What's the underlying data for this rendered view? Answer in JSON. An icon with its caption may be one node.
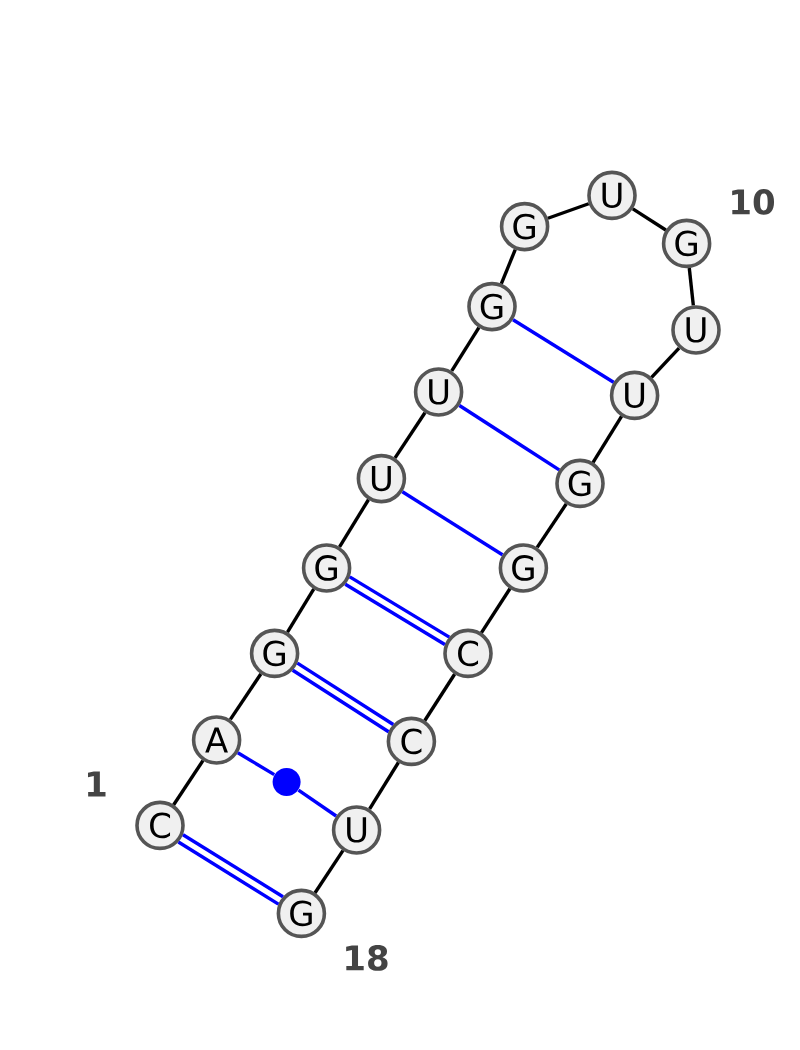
{
  "diagram": {
    "nodes": [
      {
        "text": [
          "C"
        ],
        "beside": [
          "1"
        ]
      },
      {
        "text": [
          "A"
        ]
      },
      {
        "text": [
          "G"
        ]
      },
      {
        "text": [
          "G"
        ]
      },
      {
        "text": [
          "U"
        ]
      },
      {
        "text": [
          "U"
        ]
      },
      {
        "text": [
          "G"
        ]
      },
      {
        "text": [
          "G"
        ]
      },
      {
        "text": [
          "U"
        ]
      },
      {
        "text": [
          "G"
        ],
        "beside": [
          "10"
        ]
      },
      {
        "text": [
          "U"
        ]
      },
      {
        "text": [
          "U"
        ]
      },
      {
        "text": [
          "G"
        ]
      },
      {
        "text": [
          "G"
        ]
      },
      {
        "text": [
          "C"
        ]
      },
      {
        "text": [
          "C"
        ]
      },
      {
        "text": [
          "U"
        ]
      },
      {
        "text": [
          "G"
        ],
        "beside": [
          "18"
        ]
      },
      {
        "text": [],
        "shape": "circle"
      }
    ],
    "edges": [
      {
        "from": 0,
        "to": 1,
        "arrow": "none"
      },
      {
        "from": 1,
        "to": 2,
        "arrow": "none"
      },
      {
        "from": 2,
        "to": 3,
        "arrow": "none"
      },
      {
        "from": 3,
        "to": 4,
        "arrow": "none"
      },
      {
        "from": 4,
        "to": 5,
        "arrow": "none"
      },
      {
        "from": 5,
        "to": 6,
        "arrow": "none"
      },
      {
        "from": 6,
        "to": 7,
        "arrow": "none"
      },
      {
        "from": 7,
        "to": 8,
        "arrow": "none"
      },
      {
        "from": 8,
        "to": 9,
        "arrow": "none"
      },
      {
        "from": 9,
        "to": 10,
        "arrow": "none"
      },
      {
        "from": 10,
        "to": 11,
        "arrow": "none"
      },
      {
        "from": 11,
        "to": 12,
        "arrow": "none"
      },
      {
        "from": 12,
        "to": 13,
        "arrow": "none"
      },
      {
        "from": 13,
        "to": 14,
        "arrow": "none"
      },
      {
        "from": 14,
        "to": 15,
        "arrow": "none"
      },
      {
        "from": 15,
        "to": 16,
        "arrow": "none"
      },
      {
        "from": 16,
        "to": 17,
        "arrow": "none"
      },
      {
        "from": 0,
        "to": 17,
        "arrow": "none",
        "color": "#0000ff"
      },
      {
        "from": 0,
        "to": 17,
        "arrow": "none",
        "color": "#0000ff"
      },
      {
        "from": 1,
        "to": 18,
        "arrow": "none",
        "color": "#0000ff"
      },
      {
        "from": 18,
        "to": 16,
        "arrow": "none",
        "color": "#0000ff"
      },
      {
        "from": 2,
        "to": 15,
        "arrow": "none",
        "color": "#0000ff"
      },
      {
        "from": 2,
        "to": 15,
        "arrow": "none",
        "color": "#0000ff"
      },
      {
        "from": 3,
        "to": 14,
        "arrow": "none",
        "color": "#0000ff"
      },
      {
        "from": 3,
        "to": 14,
        "arrow": "none",
        "color": "#0000ff"
      },
      {
        "from": 4,
        "to": 13,
        "arrow": "none",
        "color": "#0000ff"
      },
      {
        "from": 5,
        "to": 12,
        "arrow": "none",
        "color": "#0000ff"
      },
      {
        "from": 6,
        "to": 11,
        "arrow": "none",
        "color": "#0000ff"
      }
    ]
  }
}
